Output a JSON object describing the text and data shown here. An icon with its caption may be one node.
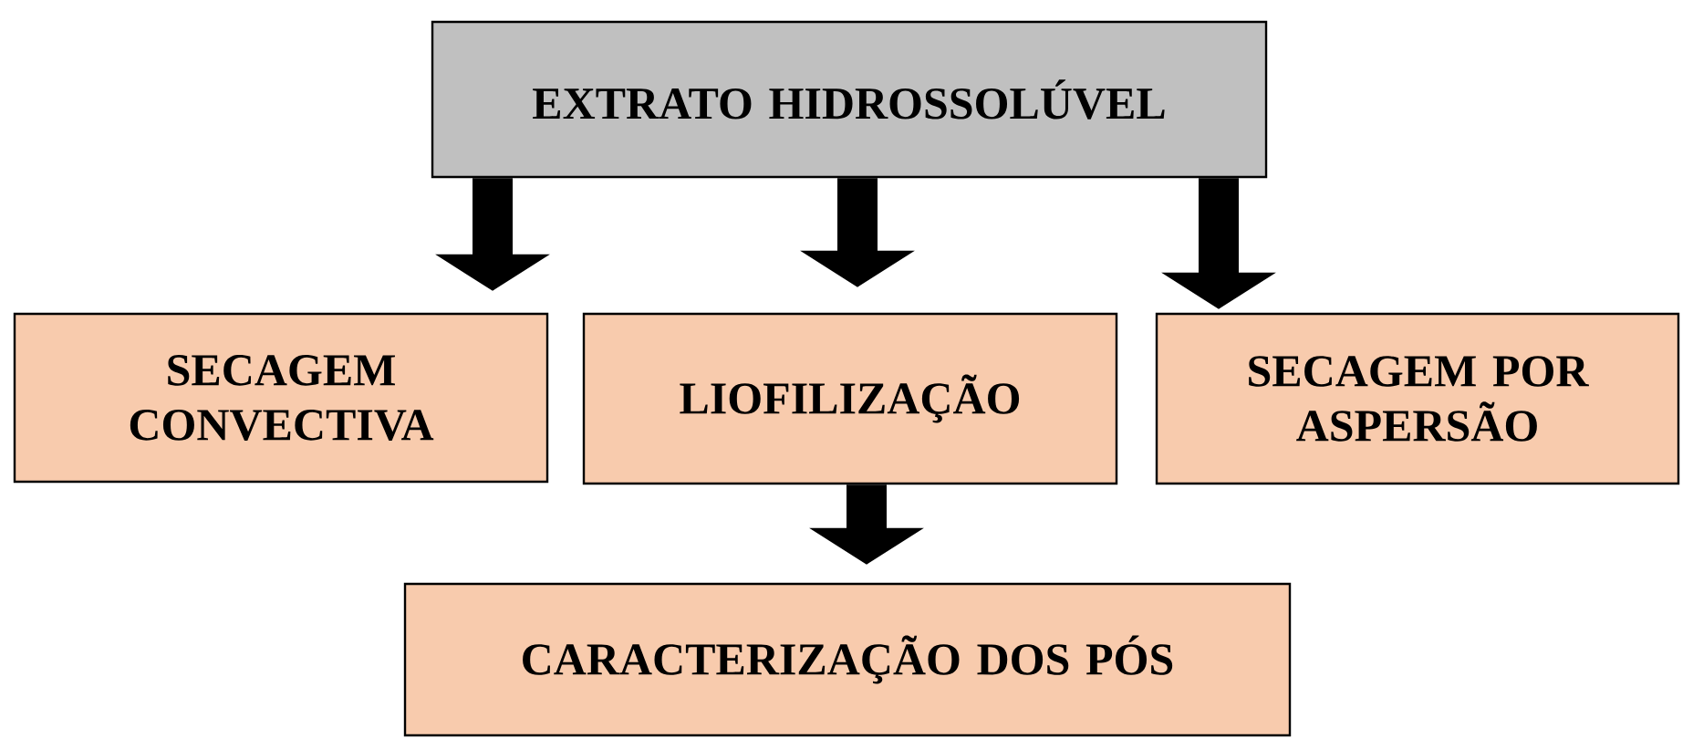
{
  "diagram": {
    "nodes": [
      {
        "text": [
          "EXTRATO HIDROSSOLÚVEL"
        ]
      },
      {
        "text": [
          "SECAGEM CONVECTIVA"
        ]
      },
      {
        "text": [
          "LIOFILIZAÇÃO"
        ]
      },
      {
        "text": [
          "SECAGEM POR ASPERSÃO"
        ]
      },
      {
        "text": [
          "CARACTERIZAÇÃO DOS PÓS"
        ]
      }
    ],
    "edges": [
      {
        "from": 0,
        "to": 1,
        "arrow": "to"
      },
      {
        "from": 0,
        "to": 2,
        "arrow": "to"
      },
      {
        "from": 0,
        "to": 3,
        "arrow": "to"
      },
      {
        "from": 2,
        "to": 4,
        "arrow": "to"
      }
    ]
  }
}
